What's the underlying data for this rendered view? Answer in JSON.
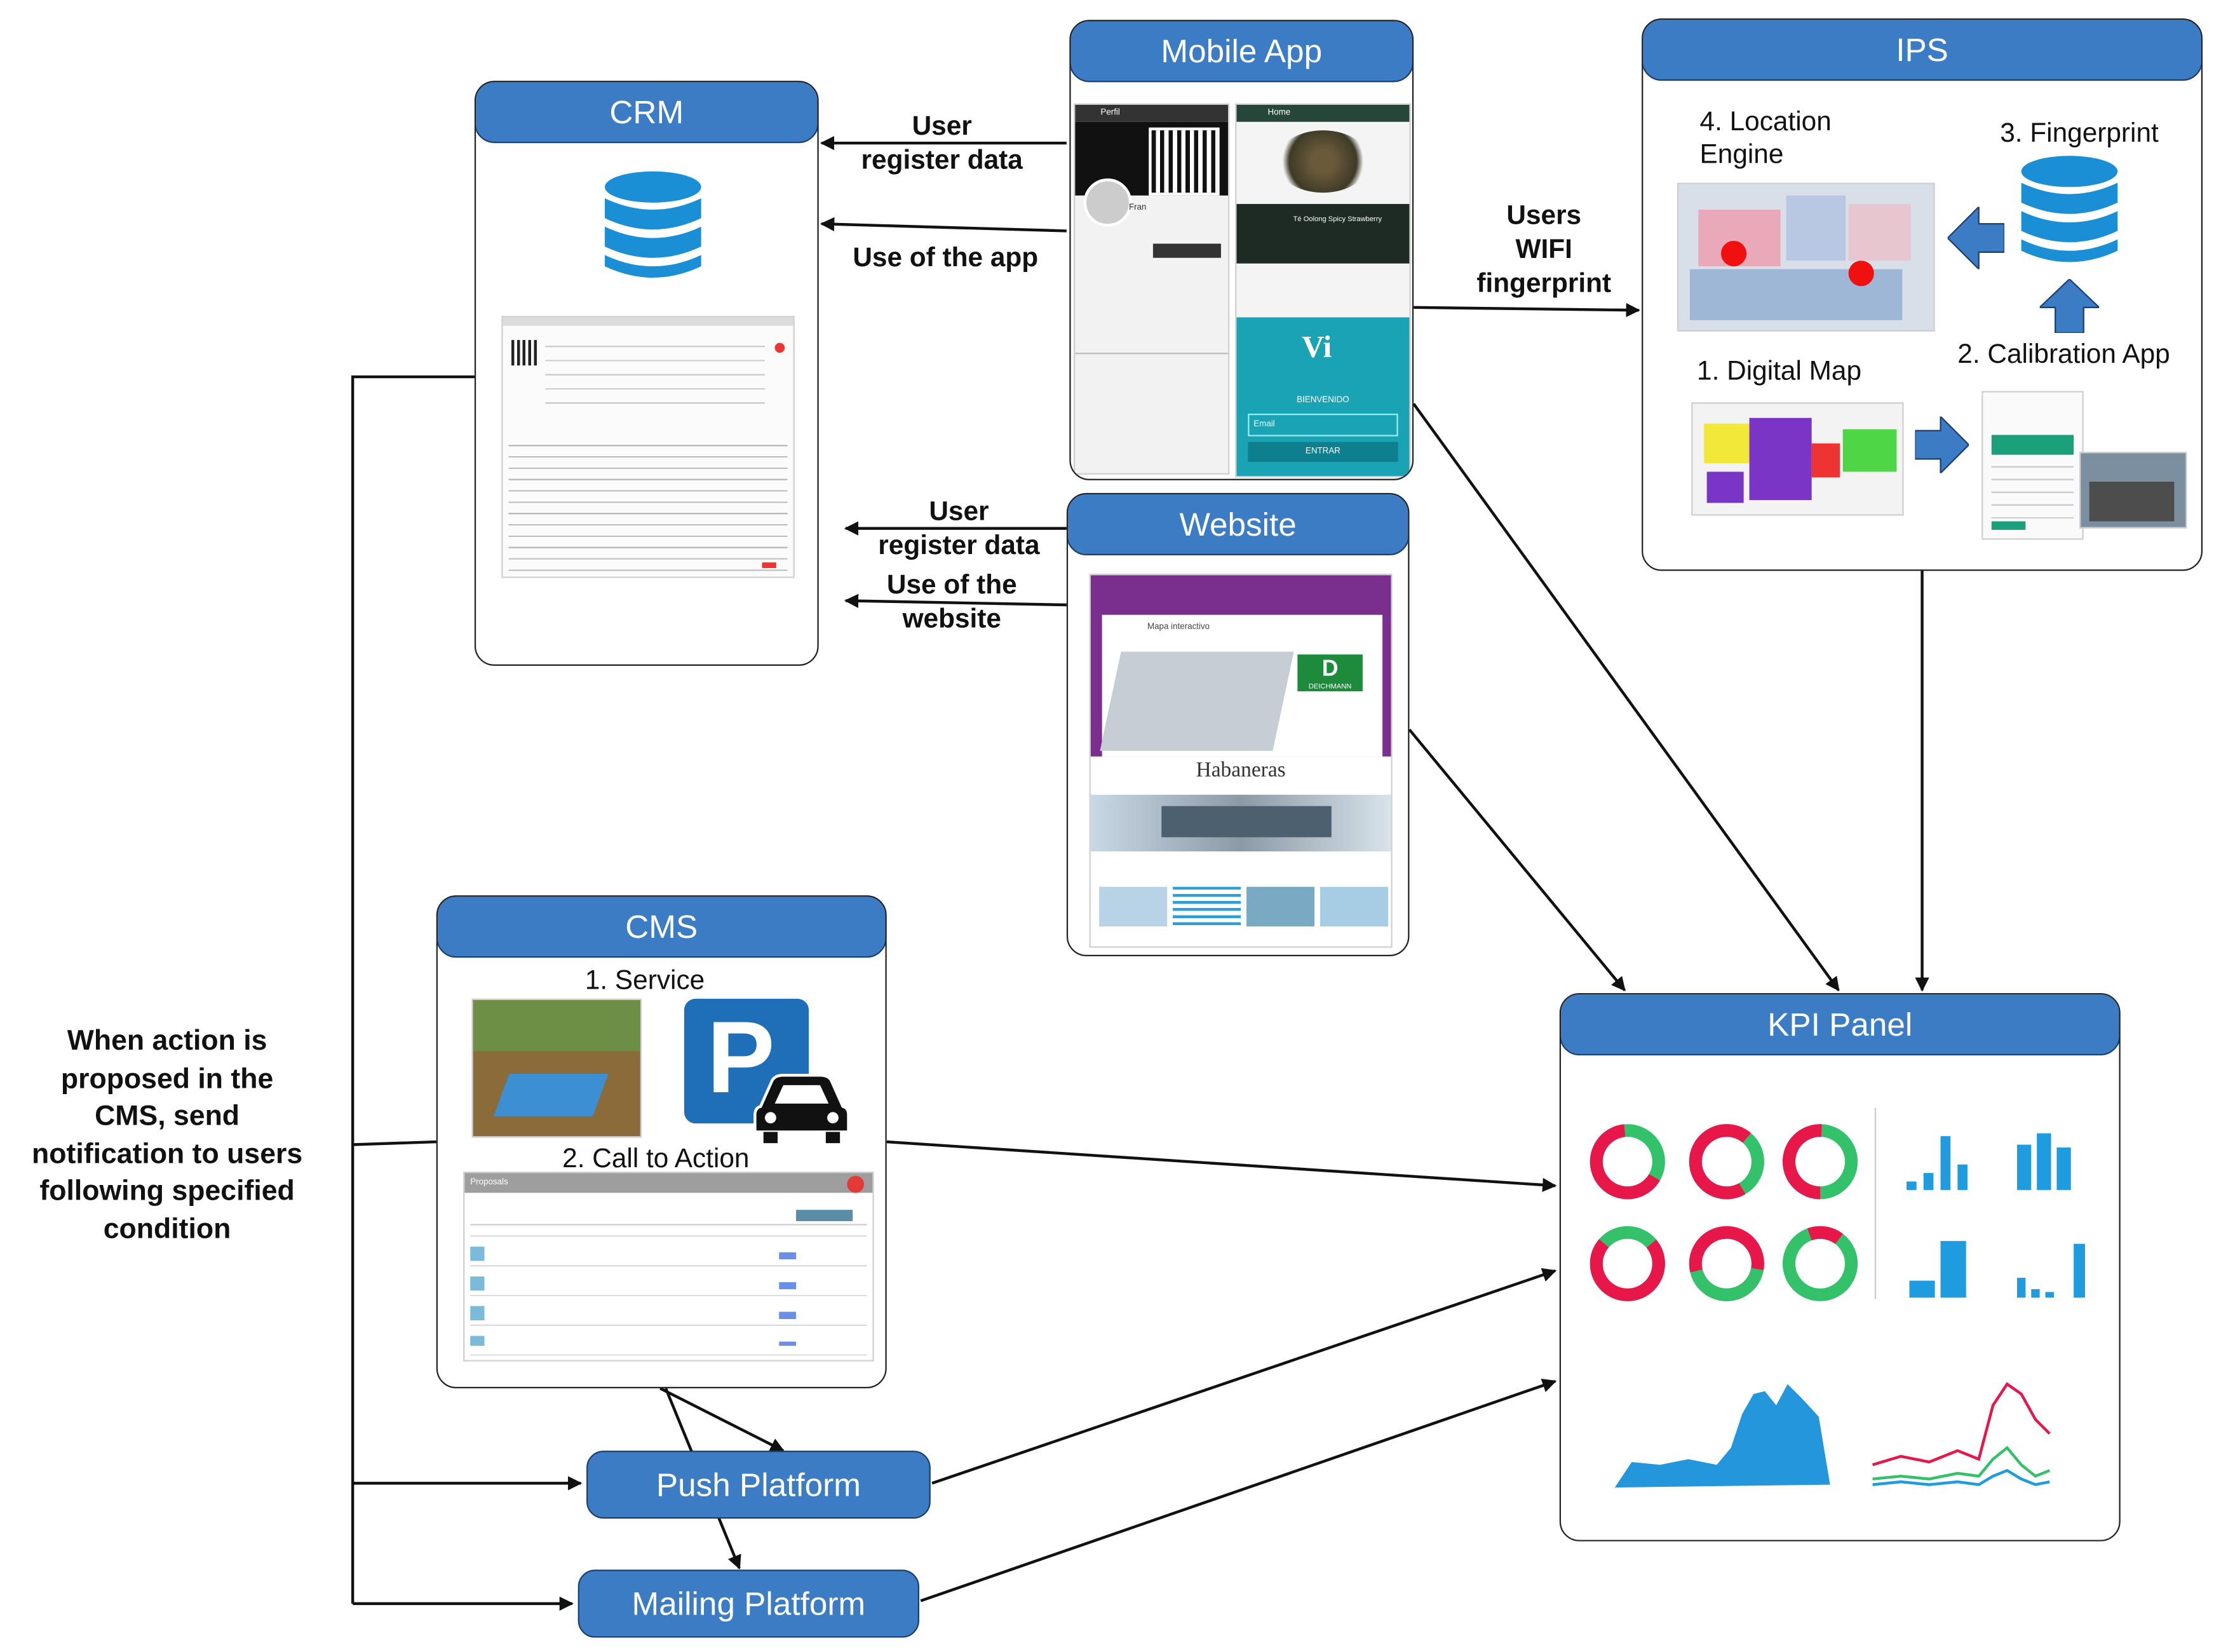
{
  "colors": {
    "header_fill": "#3b7cc4",
    "header_border": "#1d3f6e",
    "arrow": "#111111",
    "donut_red": "#e8174a",
    "donut_green": "#33c26a",
    "bar_blue": "#1f9be0"
  },
  "boxes": {
    "crm": {
      "title": "CRM",
      "icon": "database-icon"
    },
    "mobile_app": {
      "title": "Mobile App",
      "screen_left_title": "Perfil",
      "screen_right_title": "Home",
      "user_name": "Fran",
      "product_name": "Té Oolong Spicy Strawberry",
      "welcome": "BIENVENIDO",
      "email_placeholder": "Email",
      "enter_button": "ENTRAR"
    },
    "ips": {
      "title": "IPS",
      "step4": "4. Location\nEngine",
      "step3": "3. Fingerprint",
      "step2": "2. Calibration App",
      "step1": "1. Digital Map"
    },
    "website": {
      "title": "Website",
      "map_title": "Mapa interactivo",
      "store_logo": "D",
      "store_name": "DEICHMANN",
      "mall_name": "Habaneras"
    },
    "cms": {
      "title": "CMS",
      "section1": "1. Service",
      "section2": "2. Call to Action",
      "proposals_title": "Proposals",
      "parking_letter": "P"
    },
    "kpi": {
      "title": "KPI Panel"
    },
    "push": {
      "title": "Push Platform"
    },
    "mailing": {
      "title": "Mailing Platform"
    }
  },
  "labels": {
    "user_register_data_app": "User\nregister data",
    "use_of_app": "Use of the app",
    "users_wifi": "Users\nWIFI\nfingerprint",
    "user_register_data_web": "User\nregister data",
    "use_of_website": "Use of the\nwebsite",
    "cms_notification": "When action is\nproposed in the\nCMS, send\nnotification to users\nfollowing specified\ncondition"
  }
}
